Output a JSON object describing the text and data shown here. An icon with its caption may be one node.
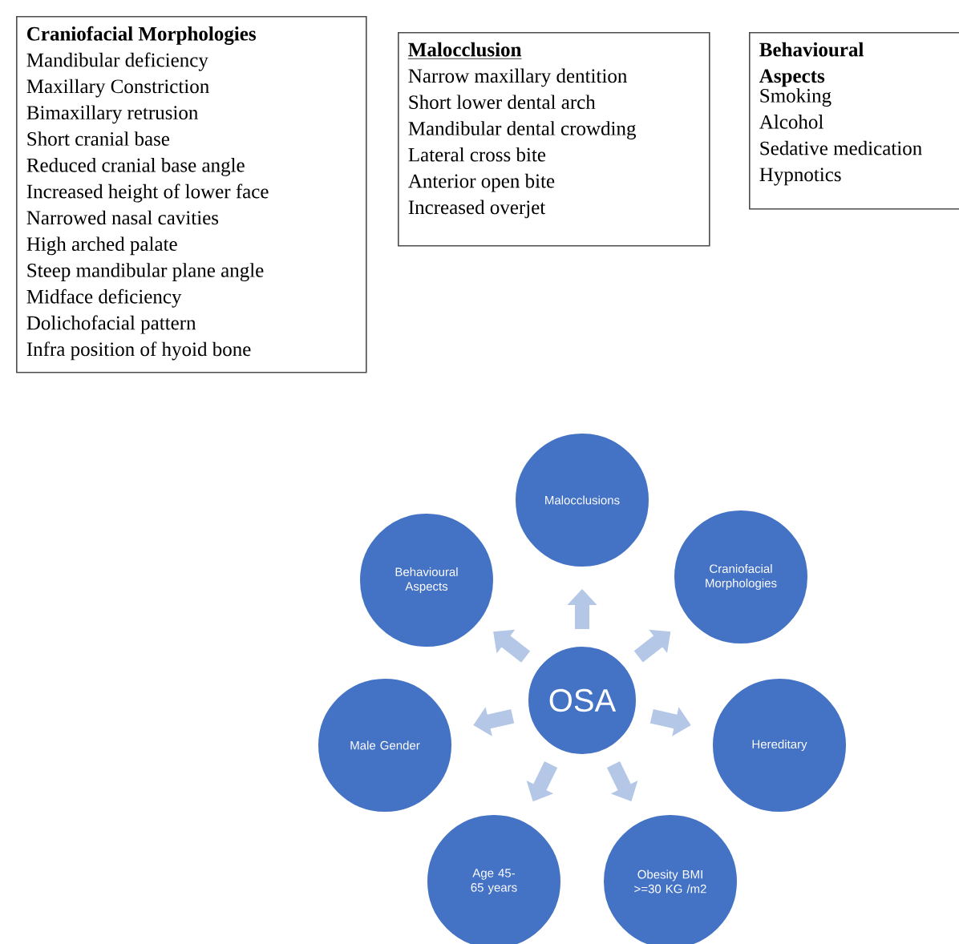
{
  "diagram": {
    "nodes": [
      {
        "text": [
          "Craniofacial Morphologies",
          "Mandibular deficiency",
          "Maxillary Constriction",
          "Bimaxillary retrusion",
          "Short cranial base",
          "Reduced cranial base angle",
          "Increased height of lower face",
          "Narrowed nasal cavities",
          "High arched palate",
          "Steep mandibular plane angle",
          "Midface deficiency",
          "Dolichofacial pattern",
          "Infra position of hyoid bone"
        ]
      },
      {
        "text": [
          "Malocclusion",
          "Narrow maxillary dentition",
          "Short lower dental arch",
          "Mandibular dental crowding",
          "Lateral cross bite",
          "Anterior open bite",
          "Increased overjet"
        ]
      },
      {
        "text": [
          "Behavioural Aspects",
          "Smoking",
          "Alcohol",
          "Sedative medication",
          "Hypnotics"
        ]
      },
      {
        "text": [
          "OSA"
        ]
      },
      {
        "text": [
          "Malocclusions"
        ]
      },
      {
        "text": [
          "Craniofacial Morphologies"
        ]
      },
      {
        "text": [
          "Hereditary"
        ]
      },
      {
        "text": [
          "Obesity BMI >=30 KG /m2"
        ]
      },
      {
        "text": [
          "Age 45-65 years"
        ]
      },
      {
        "text": [
          "Male Gender"
        ]
      },
      {
        "text": [
          "Behavioural Aspects"
        ]
      }
    ],
    "edges": [
      {
        "from": 3,
        "to": 4,
        "arrow": "to"
      },
      {
        "from": 3,
        "to": 5,
        "arrow": "to"
      },
      {
        "from": 3,
        "to": 6,
        "arrow": "to"
      },
      {
        "from": 3,
        "to": 7,
        "arrow": "to"
      },
      {
        "from": 3,
        "to": 8,
        "arrow": "to"
      },
      {
        "from": 3,
        "to": 9,
        "arrow": "to"
      },
      {
        "from": 3,
        "to": 10,
        "arrow": "to"
      }
    ]
  }
}
